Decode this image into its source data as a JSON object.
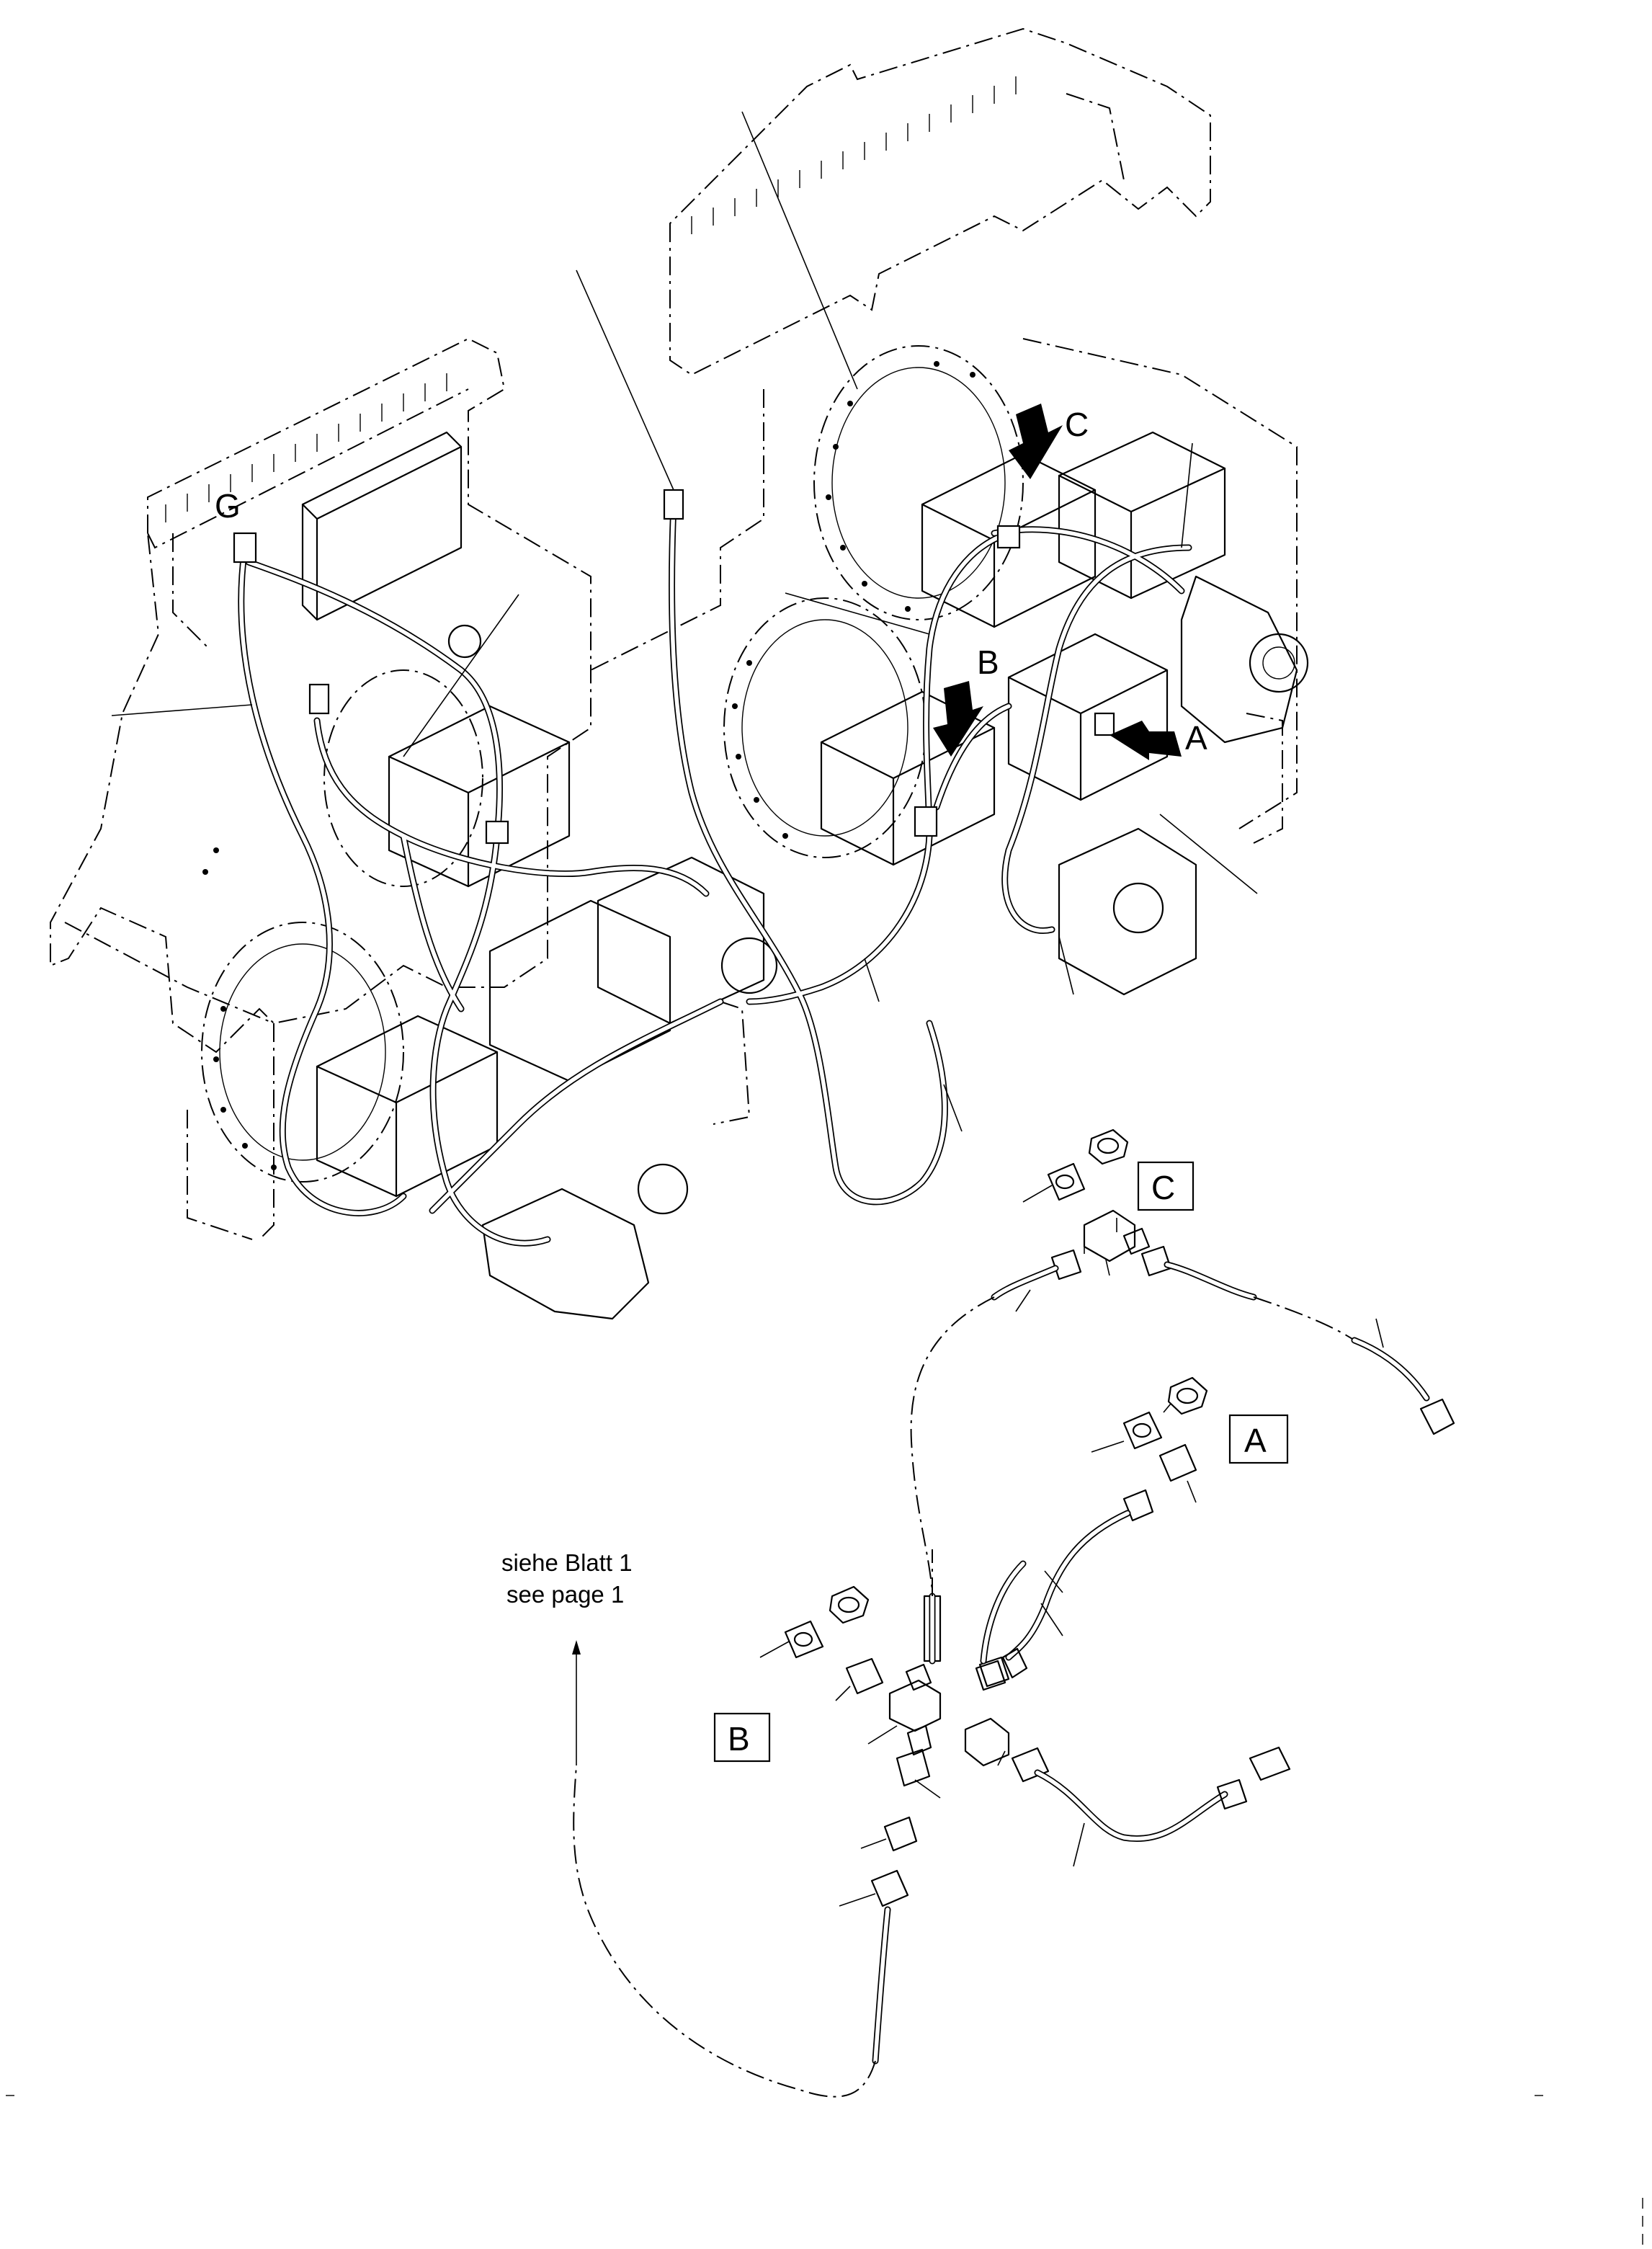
{
  "callouts": {
    "a": "A",
    "b": "B",
    "c": "C",
    "g": "G"
  },
  "detail_boxes": {
    "c": "C",
    "a": "A",
    "b": "B"
  },
  "note": {
    "line1": "siehe Blatt 1",
    "line2": "see page 1"
  }
}
